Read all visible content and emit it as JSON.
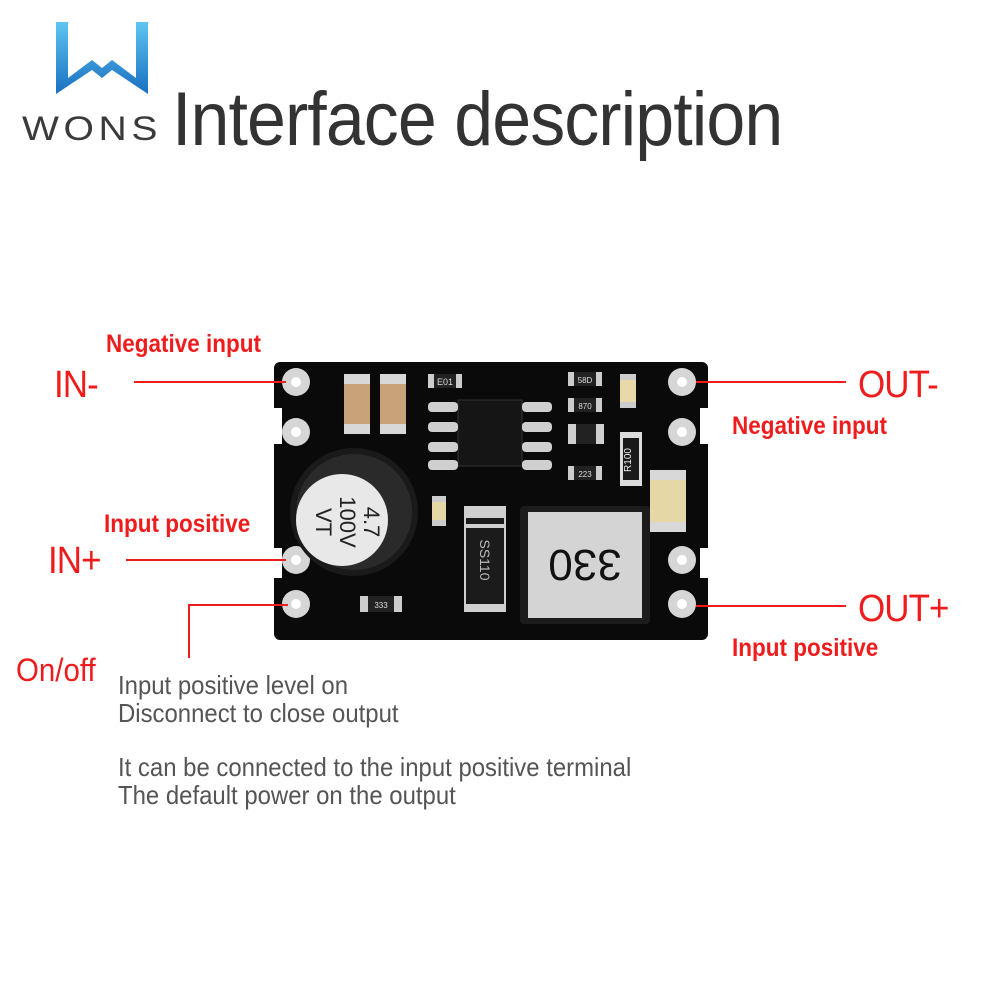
{
  "brand": {
    "name": "WONS"
  },
  "title": "Interface description",
  "labels": {
    "in_minus": "IN-",
    "in_minus_desc": "Negative input",
    "in_plus": "IN+",
    "in_plus_desc": "Input positive",
    "out_minus": "OUT-",
    "out_minus_desc": "Negative input",
    "out_plus": "OUT+",
    "out_plus_desc": "Input positive",
    "on_off": "On/off"
  },
  "notes": {
    "line1": "Input positive level on",
    "line2": "Disconnect to close output",
    "line3": "It can be connected to the input positive terminal",
    "line4": "The default power on the output"
  },
  "board": {
    "capacitor_value": "4.7",
    "capacitor_voltage": "100V",
    "capacitor_series": "VT",
    "inductor_code": "330",
    "diode_code": "SS110",
    "resistor_r100": "R100",
    "chip_e01": "E01",
    "chip_58d": "58D",
    "chip_870": "870",
    "chip_223": "223",
    "chip_333": "333"
  },
  "colors": {
    "label_red": "#ee1c1c",
    "title_gray": "#333333",
    "pcb_black": "#0a0a0a",
    "logo_blue": "#2a8fd8"
  }
}
